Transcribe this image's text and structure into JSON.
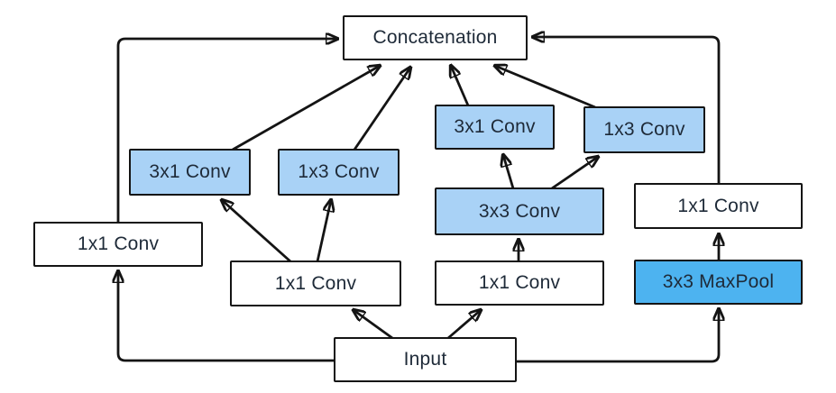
{
  "diagram": {
    "type": "neural-network-block-diagram",
    "nodes": {
      "concatenation": {
        "label": "Concatenation",
        "fill": "white"
      },
      "branch1_1x1_conv": {
        "label": "1x1 Conv",
        "fill": "white"
      },
      "branch2_3x1_conv": {
        "label": "3x1 Conv",
        "fill": "light_blue"
      },
      "branch2_1x3_conv": {
        "label": "1x3 Conv",
        "fill": "light_blue"
      },
      "branch2_1x1_conv": {
        "label": "1x1 Conv",
        "fill": "white"
      },
      "branch3_3x1_conv": {
        "label": "3x1 Conv",
        "fill": "light_blue"
      },
      "branch3_1x3_conv": {
        "label": "1x3 Conv",
        "fill": "light_blue"
      },
      "branch3_3x3_conv": {
        "label": "3x3 Conv",
        "fill": "light_blue"
      },
      "branch3_1x1_conv": {
        "label": "1x1 Conv",
        "fill": "white"
      },
      "branch4_1x1_conv": {
        "label": "1x1 Conv",
        "fill": "white"
      },
      "branch4_3x3_maxpool": {
        "label": "3x3 MaxPool",
        "fill": "bright_blue"
      },
      "input": {
        "label": "Input",
        "fill": "white"
      }
    },
    "edges": [
      {
        "from": "input",
        "to": "branch1_1x1_conv"
      },
      {
        "from": "input",
        "to": "branch2_1x1_conv"
      },
      {
        "from": "input",
        "to": "branch3_1x1_conv"
      },
      {
        "from": "input",
        "to": "branch4_3x3_maxpool"
      },
      {
        "from": "branch1_1x1_conv",
        "to": "concatenation"
      },
      {
        "from": "branch2_1x1_conv",
        "to": "branch2_3x1_conv"
      },
      {
        "from": "branch2_1x1_conv",
        "to": "branch2_1x3_conv"
      },
      {
        "from": "branch2_3x1_conv",
        "to": "concatenation"
      },
      {
        "from": "branch2_1x3_conv",
        "to": "concatenation"
      },
      {
        "from": "branch3_1x1_conv",
        "to": "branch3_3x3_conv"
      },
      {
        "from": "branch3_3x3_conv",
        "to": "branch3_3x1_conv"
      },
      {
        "from": "branch3_3x3_conv",
        "to": "branch3_1x3_conv"
      },
      {
        "from": "branch3_3x1_conv",
        "to": "concatenation"
      },
      {
        "from": "branch3_1x3_conv",
        "to": "concatenation"
      },
      {
        "from": "branch4_3x3_maxpool",
        "to": "branch4_1x1_conv"
      },
      {
        "from": "branch4_1x1_conv",
        "to": "concatenation"
      }
    ],
    "colors": {
      "background": "#ffffff",
      "box_white": "#ffffff",
      "box_light_blue": "#a9d2f6",
      "box_bright_blue": "#4db3f0",
      "border": "#141414",
      "arrow": "#141414",
      "text": "#1e2a38"
    }
  }
}
